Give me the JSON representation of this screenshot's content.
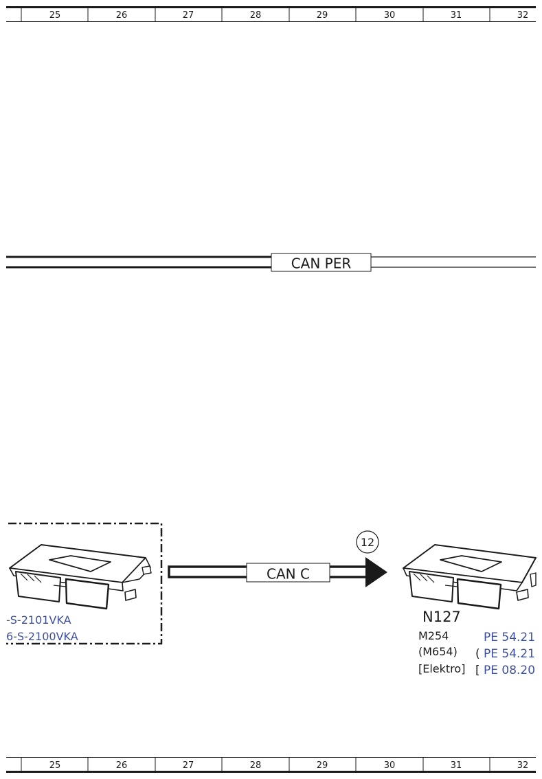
{
  "ruler": {
    "columns": [
      "25",
      "26",
      "27",
      "28",
      "29",
      "30",
      "31",
      "32"
    ]
  },
  "buses": {
    "can_per": "CAN PER",
    "can_c": "CAN C"
  },
  "marker": "12",
  "left_module": {
    "refs": [
      "-S-2101VKA",
      "6-S-2100VKA"
    ]
  },
  "right_module": {
    "id": "N127",
    "variants": [
      {
        "label": "M254",
        "prefix": "",
        "ref": "PE 54.21"
      },
      {
        "label": "(M654)",
        "prefix": "(",
        "ref": "PE 54.21"
      },
      {
        "label": "[Elektro]",
        "prefix": "[",
        "ref": "PE 08.20"
      }
    ]
  },
  "colors": {
    "line": "#1a1a1a",
    "link": "#3d4f9f",
    "background": "#ffffff"
  }
}
